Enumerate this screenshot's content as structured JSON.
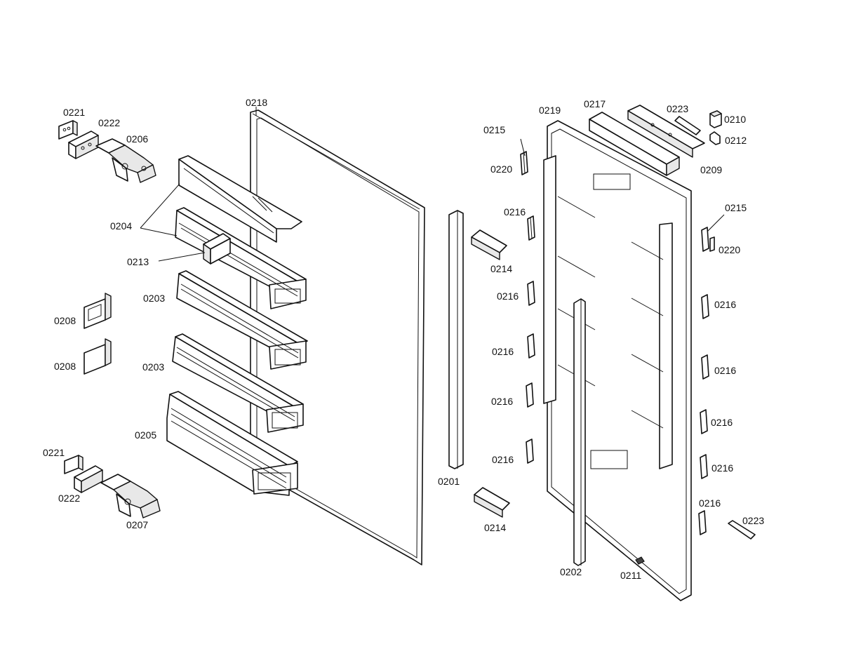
{
  "diagram": {
    "background": "#ffffff",
    "line_color": "#111111",
    "labels": {
      "p0221_top": "0221",
      "p0222_top": "0222",
      "p0206": "0206",
      "p0218": "0218",
      "p0204": "0204",
      "p0213": "0213",
      "p0203_top": "0203",
      "p0208_top": "0208",
      "p0208_bottom": "0208",
      "p0203_bottom": "0203",
      "p0205": "0205",
      "p0221_bottom": "0221",
      "p0222_bottom": "0222",
      "p0207": "0207",
      "p0201": "0201",
      "p0214_top": "0214",
      "p0214_bottom": "0214",
      "p0219": "0219",
      "p0217": "0217",
      "p0223_top": "0223",
      "p0210": "0210",
      "p0212": "0212",
      "p0209": "0209",
      "p0215_left": "0215",
      "p0220_left": "0220",
      "p0216_l1": "0216",
      "p0216_l2": "0216",
      "p0216_l3": "0216",
      "p0216_l4": "0216",
      "p0216_l5": "0216",
      "p0215_right": "0215",
      "p0220_right": "0220",
      "p0216_r1": "0216",
      "p0216_r2": "0216",
      "p0216_r3": "0216",
      "p0216_r4": "0216",
      "p0216_r5": "0216",
      "p0223_bottom": "0223",
      "p0202": "0202",
      "p0211": "0211"
    }
  }
}
